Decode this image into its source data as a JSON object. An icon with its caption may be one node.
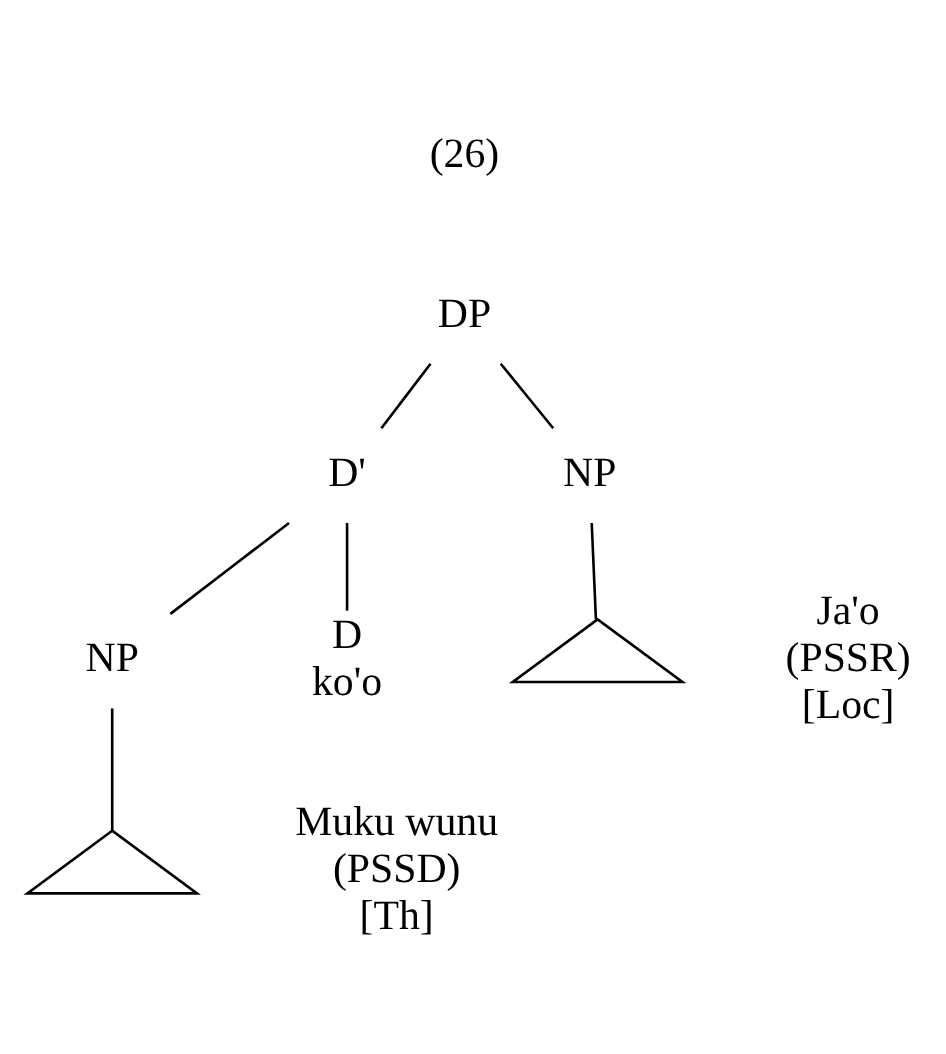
{
  "diagram": {
    "nodes": [
      {
        "text": [
          "DP"
        ]
      },
      {
        "text": [
          "D'"
        ]
      },
      {
        "text": [
          "NP"
        ]
      },
      {
        "text": [],
        "shape": "triangle",
        "beside": [
          "Ja'o",
          "(PSSR)",
          "[Loc]"
        ]
      },
      {
        "text": [
          "NP"
        ]
      },
      {
        "text": [
          "D",
          "ko'o"
        ]
      },
      {
        "text": [],
        "shape": "triangle",
        "beside": [
          "Muku wunu",
          "(PSSD)",
          "[Th]"
        ]
      }
    ],
    "edges": [
      {
        "from": 0,
        "to": 1,
        "arrow": "none"
      },
      {
        "from": 0,
        "to": 2,
        "arrow": "none"
      },
      {
        "from": 1,
        "to": 4,
        "arrow": "none"
      },
      {
        "from": 1,
        "to": 5,
        "arrow": "none"
      },
      {
        "from": 2,
        "to": 3,
        "arrow": "none"
      },
      {
        "from": 4,
        "to": 6,
        "arrow": "none"
      }
    ],
    "labels": [
      "(26)"
    ]
  }
}
